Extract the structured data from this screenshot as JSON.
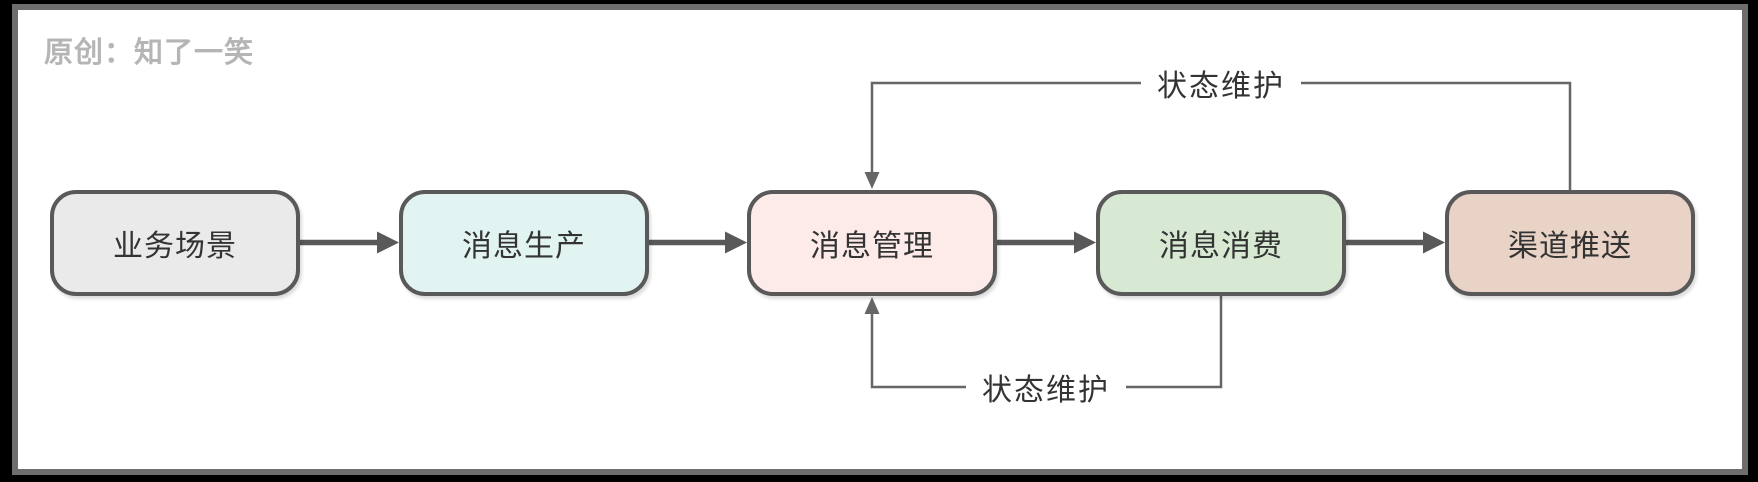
{
  "watermark": {
    "text": "原创：知了一笑"
  },
  "diagram": {
    "type": "flowchart",
    "nodes": [
      {
        "id": "business-scenario",
        "label": "业务场景",
        "fill": "#eaeaea"
      },
      {
        "id": "message-production",
        "label": "消息生产",
        "fill": "#e2f4f1"
      },
      {
        "id": "message-management",
        "label": "消息管理",
        "fill": "#fcebe9"
      },
      {
        "id": "message-consumption",
        "label": "消息消费",
        "fill": "#d7e9d3"
      },
      {
        "id": "channel-push",
        "label": "渠道推送",
        "fill": "#e9d2c6"
      }
    ],
    "flow_edges": [
      {
        "from": "business-scenario",
        "to": "message-production"
      },
      {
        "from": "message-production",
        "to": "message-management"
      },
      {
        "from": "message-management",
        "to": "message-consumption"
      },
      {
        "from": "message-consumption",
        "to": "channel-push"
      }
    ],
    "feedback_edges": [
      {
        "label": "状态维护",
        "from": "channel-push",
        "to": "message-management",
        "position": "top"
      },
      {
        "label": "状态维护",
        "from": "message-consumption",
        "to": "message-management",
        "position": "bottom"
      }
    ]
  },
  "colors": {
    "node_border": "#595959",
    "flow_arrow": "#595959",
    "feedback_line": "#666666",
    "text": "#333333",
    "watermark_text": "#b5b5b5",
    "frame_border": "#6e6e6e",
    "outer_background": "#000000",
    "canvas_background": "#ffffff"
  }
}
